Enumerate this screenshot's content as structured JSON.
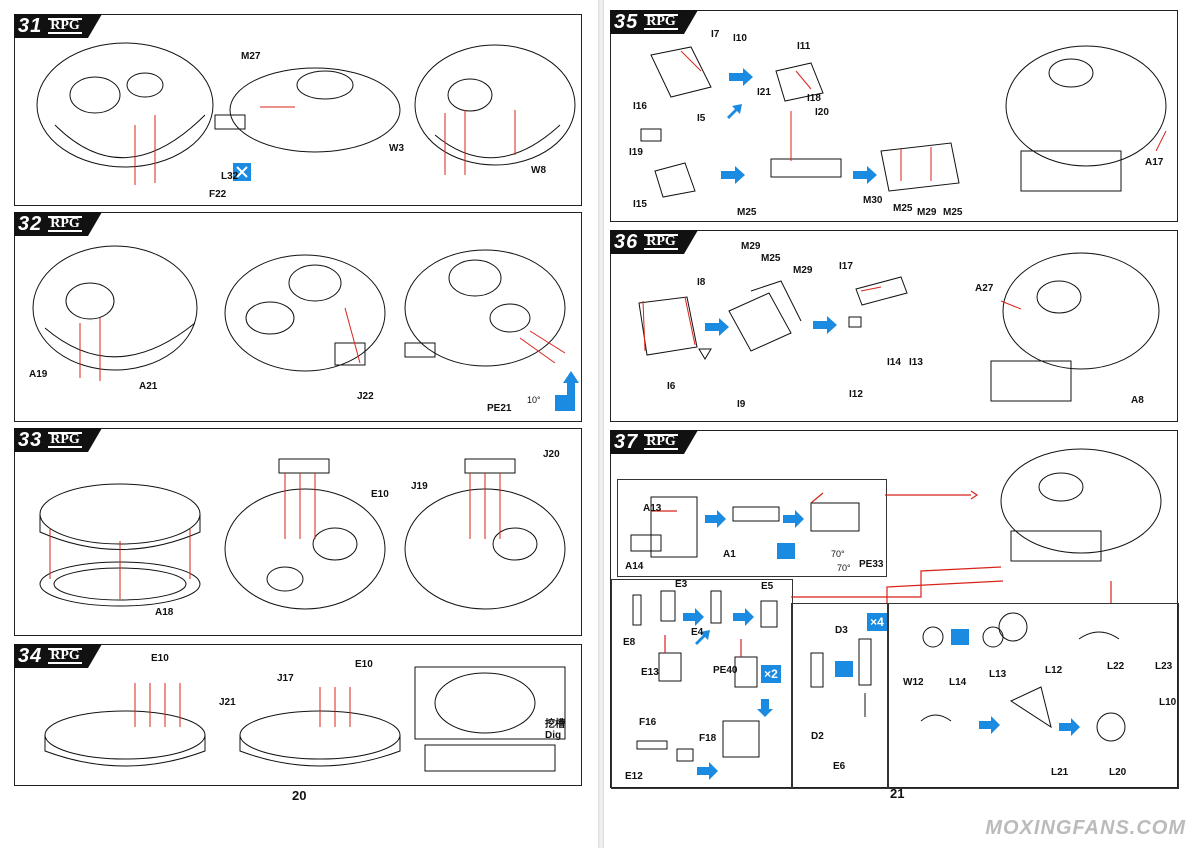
{
  "brand": "RPG",
  "pages": {
    "left_number": "20",
    "right_number": "21"
  },
  "watermark": "MOXINGFANS.COM",
  "steps": [
    {
      "number": "31",
      "labels": [
        "M27",
        "L32",
        "F22",
        "W3",
        "W8"
      ]
    },
    {
      "number": "32",
      "labels": [
        "A19",
        "A21",
        "J22",
        "PE21",
        "10°"
      ]
    },
    {
      "number": "33",
      "labels": [
        "E10",
        "J19",
        "J20",
        "A18"
      ]
    },
    {
      "number": "34",
      "labels": [
        "E10",
        "J21",
        "J17",
        "E10",
        "挖槽",
        "Dig"
      ]
    },
    {
      "number": "35",
      "labels": [
        "I7",
        "I10",
        "I11",
        "I21",
        "I18",
        "I20",
        "I5",
        "I16",
        "I19",
        "I15",
        "M25",
        "M30",
        "M25",
        "M29",
        "M25",
        "A17"
      ]
    },
    {
      "number": "36",
      "labels": [
        "I8",
        "M29",
        "M25",
        "M29",
        "I17",
        "A27",
        "I6",
        "I9",
        "I12",
        "I14",
        "I13",
        "A8"
      ]
    },
    {
      "number": "37",
      "labels": [
        "A13",
        "A14",
        "A1",
        "PE33",
        "70°",
        "70°",
        "E3",
        "E5",
        "E8",
        "E4",
        "E13",
        "PE40",
        "×2",
        "F16",
        "F18",
        "E12",
        "D3",
        "×4",
        "D2",
        "E6",
        "W12",
        "L14",
        "L13",
        "L12",
        "L22",
        "L23",
        "L10",
        "L21",
        "L20"
      ]
    }
  ],
  "colors": {
    "accent_blue": "#1a8be0",
    "callout_red": "#d8231a",
    "ink": "#111111"
  }
}
